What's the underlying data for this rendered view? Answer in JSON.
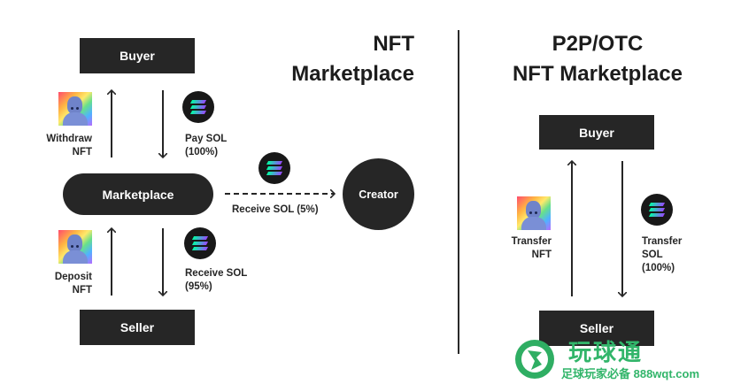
{
  "marketplace": {
    "title_line1": "NFT",
    "title_line2": "Marketplace",
    "buyer": "Buyer",
    "seller": "Seller",
    "center": "Marketplace",
    "creator": "Creator",
    "withdraw_label_1": "Withdraw",
    "withdraw_label_2": "NFT",
    "pay_label_1": "Pay SOL",
    "pay_label_2": "(100%)",
    "royalty_label": "Receive SOL (5%)",
    "deposit_label_1": "Deposit",
    "deposit_label_2": "NFT",
    "receive_label_1": "Receive SOL",
    "receive_label_2": "(95%)"
  },
  "p2p": {
    "title_line1": "P2P/OTC",
    "title_line2": "NFT Marketplace",
    "buyer": "Buyer",
    "seller": "Seller",
    "transfer_nft_1": "Transfer",
    "transfer_nft_2": "NFT",
    "transfer_sol_1": "Transfer",
    "transfer_sol_2": "SOL",
    "transfer_sol_3": "(100%)"
  },
  "watermark": {
    "brand": "玩球通",
    "tagline": "足球玩家必备 888wqt.com"
  },
  "colors": {
    "box": "#262626",
    "sol_gradient_start": "#00ffa3",
    "sol_gradient_end": "#9945ff",
    "watermark_green": "#32b56a"
  },
  "icons": [
    "nft-avatar-icon",
    "solana-icon",
    "arrow-up-icon",
    "arrow-down-icon",
    "dashed-arrow-right-icon"
  ]
}
